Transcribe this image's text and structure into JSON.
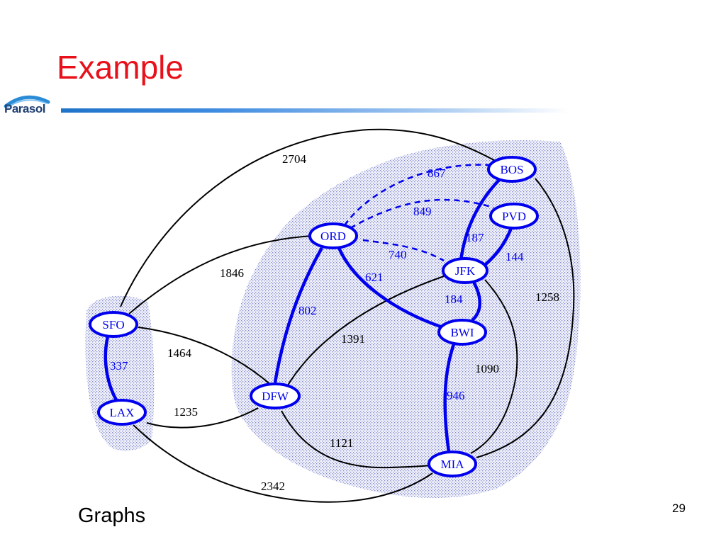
{
  "slide": {
    "title": "Example",
    "footer": "Graphs",
    "page_number": "29",
    "logo_text": "Parasol"
  },
  "colors": {
    "title": "#e8101a",
    "accent_blue": "#0000ee",
    "edge_black": "#000000",
    "shade_dots": "#7f86c8",
    "rule_blue": "#1f73c9",
    "logo_navy": "#1f3f72"
  },
  "graph": {
    "nodes": {
      "BOS": "BOS",
      "PVD": "PVD",
      "ORD": "ORD",
      "JFK": "JFK",
      "BWI": "BWI",
      "SFO": "SFO",
      "LAX": "LAX",
      "DFW": "DFW",
      "MIA": "MIA"
    },
    "edges": [
      {
        "id": "sfo-bos",
        "from": "SFO",
        "to": "BOS",
        "weight": "2704",
        "style": "plain"
      },
      {
        "id": "bos-ord",
        "from": "ORD",
        "to": "BOS",
        "weight": "867",
        "style": "dashed"
      },
      {
        "id": "pvd-ord",
        "from": "ORD",
        "to": "PVD",
        "weight": "849",
        "style": "dashed"
      },
      {
        "id": "ord-jfk",
        "from": "ORD",
        "to": "JFK",
        "weight": "740",
        "style": "dashed"
      },
      {
        "id": "bos-jfk",
        "from": "BOS",
        "to": "JFK",
        "weight": "187",
        "style": "bold"
      },
      {
        "id": "pvd-jfk",
        "from": "PVD",
        "to": "JFK",
        "weight": "144",
        "style": "bold"
      },
      {
        "id": "ord-bwi",
        "from": "ORD",
        "to": "BWI",
        "weight": "621",
        "style": "bold"
      },
      {
        "id": "sfo-ord",
        "from": "SFO",
        "to": "ORD",
        "weight": "1846",
        "style": "plain"
      },
      {
        "id": "jfk-bwi",
        "from": "JFK",
        "to": "BWI",
        "weight": "184",
        "style": "bold"
      },
      {
        "id": "bos-mia",
        "from": "BOS",
        "to": "MIA",
        "weight": "1258",
        "style": "plain"
      },
      {
        "id": "ord-dfw",
        "from": "ORD",
        "to": "DFW",
        "weight": "802",
        "style": "bold"
      },
      {
        "id": "sfo-dfw",
        "from": "SFO",
        "to": "DFW",
        "weight": "1464",
        "style": "plain"
      },
      {
        "id": "dfw-jfk",
        "from": "DFW",
        "to": "JFK",
        "weight": "1391",
        "style": "plain"
      },
      {
        "id": "sfo-lax",
        "from": "SFO",
        "to": "LAX",
        "weight": "337",
        "style": "bold"
      },
      {
        "id": "jfk-mia",
        "from": "JFK",
        "to": "MIA",
        "weight": "1090",
        "style": "plain"
      },
      {
        "id": "bwi-mia",
        "from": "BWI",
        "to": "MIA",
        "weight": "946",
        "style": "bold"
      },
      {
        "id": "lax-dfw",
        "from": "LAX",
        "to": "DFW",
        "weight": "1235",
        "style": "plain"
      },
      {
        "id": "dfw-mia",
        "from": "DFW",
        "to": "MIA",
        "weight": "1121",
        "style": "plain"
      },
      {
        "id": "lax-mia",
        "from": "LAX",
        "to": "MIA",
        "weight": "2342",
        "style": "plain"
      }
    ]
  }
}
